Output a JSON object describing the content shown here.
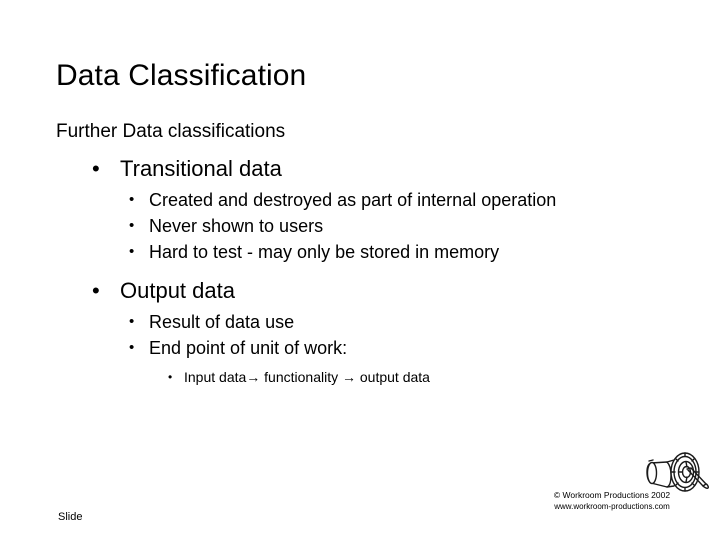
{
  "slide": {
    "title": "Data Classification",
    "lead_line": "Further Data classifications",
    "sections": [
      {
        "heading": "Transitional data",
        "points": [
          "Created and destroyed as part of internal operation",
          "Never shown to users",
          "Hard to test - may only be stored in memory"
        ]
      },
      {
        "heading": "Output data",
        "points": [
          "Result of data use",
          "End point of unit of work:"
        ],
        "subpoints": [
          "Input data→ functionality → output data"
        ]
      }
    ],
    "bullet_glyphs": {
      "level1": "•",
      "level2": "•",
      "level3": "•"
    },
    "footer": {
      "slide_label": "Slide",
      "copyright": "© Workroom Productions 2002",
      "website": "www.workroom-productions.com",
      "logo_name": "workroom-productions-roller-logo"
    },
    "colors": {
      "background": "#ffffff",
      "text": "#000000"
    }
  }
}
